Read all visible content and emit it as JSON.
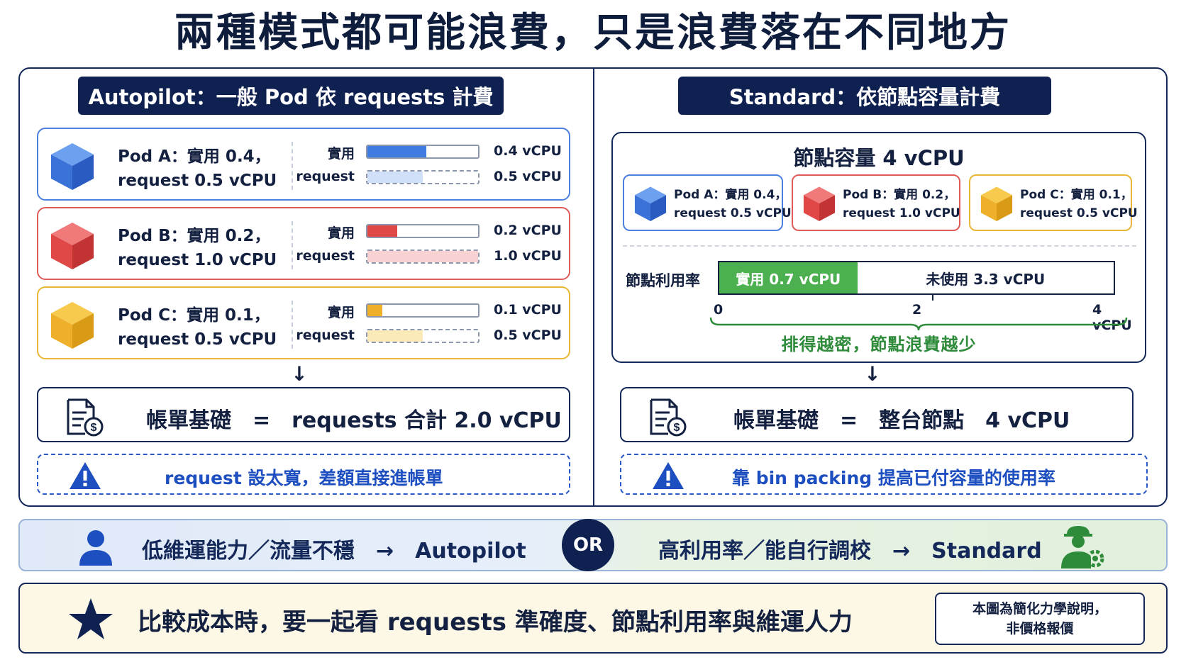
{
  "title": "兩種模式都可能浪費，只是浪費落在不同地方",
  "autopilot": {
    "header": "Autopilot：一般 Pod 依 requests 計費",
    "pods": [
      {
        "line1": "Pod A：實用 0.4，",
        "line2": "request 0.5 vCPU",
        "used_label": "實用",
        "request_label": "request",
        "used_value": "0.4 vCPU",
        "request_value": "0.5 vCPU",
        "used": 0.4,
        "request": 0.5,
        "color": "#3f7be0",
        "light": "#cfe0f8"
      },
      {
        "line1": "Pod B：實用 0.2，",
        "line2": "request 1.0 vCPU",
        "used_label": "實用",
        "request_label": "request",
        "used_value": "0.2 vCPU",
        "request_value": "1.0 vCPU",
        "used": 0.2,
        "request": 1.0,
        "color": "#e04848",
        "light": "#f8d2d2"
      },
      {
        "line1": "Pod C：實用 0.1，",
        "line2": "request 0.5 vCPU",
        "used_label": "實用",
        "request_label": "request",
        "used_value": "0.1 vCPU",
        "request_value": "0.5 vCPU",
        "used": 0.1,
        "request": 0.5,
        "color": "#eeb02a",
        "light": "#fbe9b8"
      }
    ],
    "bill": "帳單基礎　=　requests 合計 2.0 vCPU",
    "warning": "request 設太寬，差額直接進帳單"
  },
  "standard": {
    "header": "Standard：依節點容量計費",
    "node_title": "節點容量 4 vCPU",
    "pods": [
      {
        "line1": "Pod A：實用 0.4，",
        "line2": "request 0.5 vCPU"
      },
      {
        "line1": "Pod B：實用 0.2，",
        "line2": "request 1.0 vCPU"
      },
      {
        "line1": "Pod C：實用 0.1，",
        "line2": "request 0.5 vCPU"
      }
    ],
    "util_label": "節點利用率",
    "used_label": "實用 0.7 vCPU",
    "unused_label": "未使用 3.3 vCPU",
    "used": 0.7,
    "capacity": 4,
    "ticks": [
      "0",
      "2",
      "4 vCPU"
    ],
    "note": "排得越密，節點浪費越少",
    "bill": "帳單基礎　=　整台節點　4 vCPU",
    "warning": "靠 bin packing 提高已付容量的使用率"
  },
  "compare": {
    "left": "低維運能力／流量不穩　→　Autopilot",
    "or": "OR",
    "right": "高利用率／能自行調校　→　Standard"
  },
  "summary": {
    "text": "比較成本時，要一起看 requests 準確度、節點利用率與維運人力",
    "disclaimer_line1": "本圖為簡化力學說明，",
    "disclaimer_line2": "非價格報價"
  },
  "icons": [
    "cube-icon",
    "bill-dollar-icon",
    "warning-icon",
    "person-icon",
    "worker-gear-icon",
    "star-icon",
    "arrow-down-icon"
  ]
}
